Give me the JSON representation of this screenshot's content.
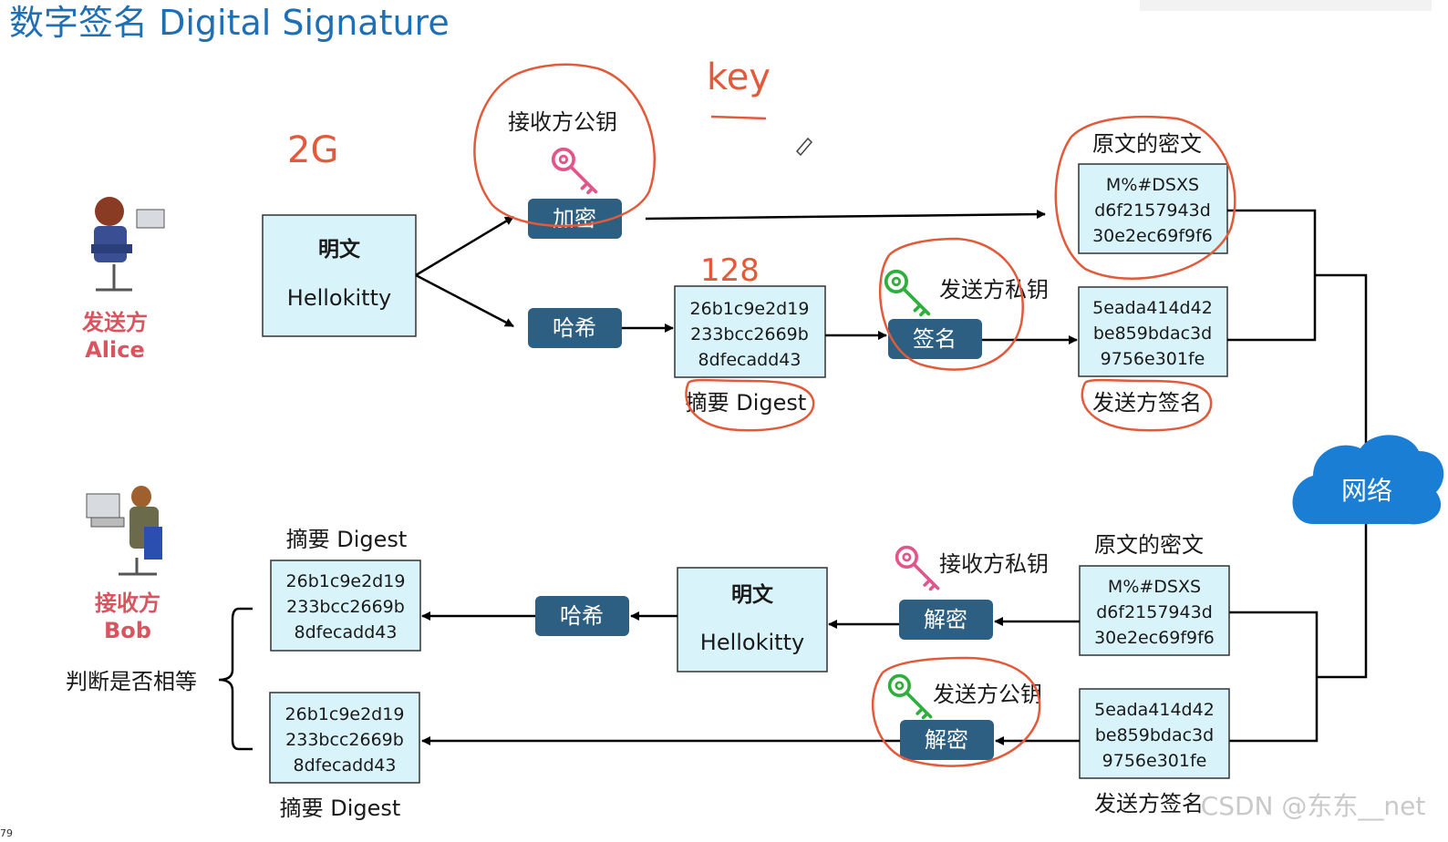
{
  "title": "数字签名 Digital Signature",
  "sender": {
    "name_cn": "发送方",
    "name_en": "Alice"
  },
  "receiver": {
    "name_cn": "接收方",
    "name_en": "Bob"
  },
  "plaintext_top": {
    "label": "明文",
    "value": "Hellokitty"
  },
  "plaintext_bottom": {
    "label": "明文",
    "value": "Hellokitty"
  },
  "encrypt_button": "加密",
  "hash_button_top": "哈希",
  "sign_button": "签名",
  "hash_button_bottom": "哈希",
  "decrypt_button_top": "解密",
  "decrypt_button_bottom": "解密",
  "receiver_public_key": "接收方公钥",
  "sender_private_key": "发送方私钥",
  "receiver_private_key": "接收方私钥",
  "sender_public_key": "发送方公钥",
  "ciphertext_top": {
    "label": "原文的密文",
    "lines": [
      "M%#DSXS",
      "d6f2157943d",
      "30e2ec69f9f6"
    ]
  },
  "ciphertext_bottom": {
    "label": "原文的密文",
    "lines": [
      "M%#DSXS",
      "d6f2157943d",
      "30e2ec69f9f6"
    ]
  },
  "digest_top": {
    "label": "摘要 Digest",
    "lines": [
      "26b1c9e2d19",
      "233bcc2669b",
      "8dfecadd43"
    ]
  },
  "signature_top": {
    "label": "发送方签名",
    "lines": [
      "5eada414d42",
      "be859bdac3d",
      "9756e301fe"
    ]
  },
  "signature_bottom": {
    "label": "发送方签名",
    "lines": [
      "5eada414d42",
      "be859bdac3d",
      "9756e301fe"
    ]
  },
  "digest_bottom_a": {
    "label": "摘要 Digest",
    "lines": [
      "26b1c9e2d19",
      "233bcc2669b",
      "8dfecadd43"
    ]
  },
  "digest_bottom_b": {
    "label": "摘要 Digest",
    "lines": [
      "26b1c9e2d19",
      "233bcc2669b",
      "8dfecadd43"
    ]
  },
  "compare_label": "判断是否相等",
  "network": "网络",
  "annotations": {
    "note_2g": "2G",
    "note_key": "key",
    "note_128": "128"
  },
  "watermark": "CSDN @东东__net",
  "page_number": "79",
  "colors": {
    "title": "#1f6fb5",
    "box_fill": "#d9f3fa",
    "button": "#2d5f82",
    "role": "#d9545f",
    "cloud": "#1a7fd4",
    "annotation": "#e25a3a",
    "key_pink": "#e0568a",
    "key_green": "#2fae3c"
  }
}
